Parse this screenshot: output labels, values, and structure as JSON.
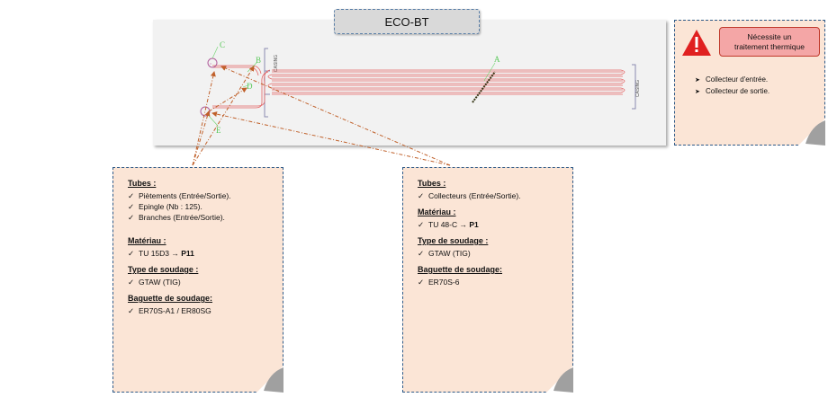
{
  "title": "ECO-BT",
  "drawing": {
    "casing_label": "CASING",
    "callouts": {
      "a": "A",
      "b": "B",
      "c": "C",
      "d": "D",
      "e": "E"
    }
  },
  "warning": {
    "badge": [
      "Nécessite un",
      "traitement thermique"
    ],
    "items": [
      "Collecteur d'entrée.",
      "Collecteur de sortie."
    ],
    "colors": {
      "triangle": "#e02020",
      "badge_bg": "#f4a6a6"
    }
  },
  "note_left": {
    "tubes_title": "Tubes :",
    "tubes": [
      "Piètements (Entrée/Sortie).",
      "Epingle (Nb : 125).",
      "Branches (Entrée/Sortie)."
    ],
    "materiau_title": "Matériau :",
    "materiau": "TU 15D3 → ",
    "materiau_bold": "P11",
    "soudage_title": "Type de soudage :",
    "soudage": "GTAW (TIG)",
    "baguette_title": "Baguette de soudage:",
    "baguette": "ER70S-A1 / ER80SG"
  },
  "note_right": {
    "tubes_title": "Tubes :",
    "tubes": [
      "Collecteurs (Entrée/Sortie)."
    ],
    "materiau_title": "Matériau :",
    "materiau": "TU 48-C → ",
    "materiau_bold": "P1",
    "soudage_title": "Type de soudage :",
    "soudage": "GTAW (TIG)",
    "baguette_title": "Baguette de soudage:",
    "baguette": "ER70S-6"
  }
}
